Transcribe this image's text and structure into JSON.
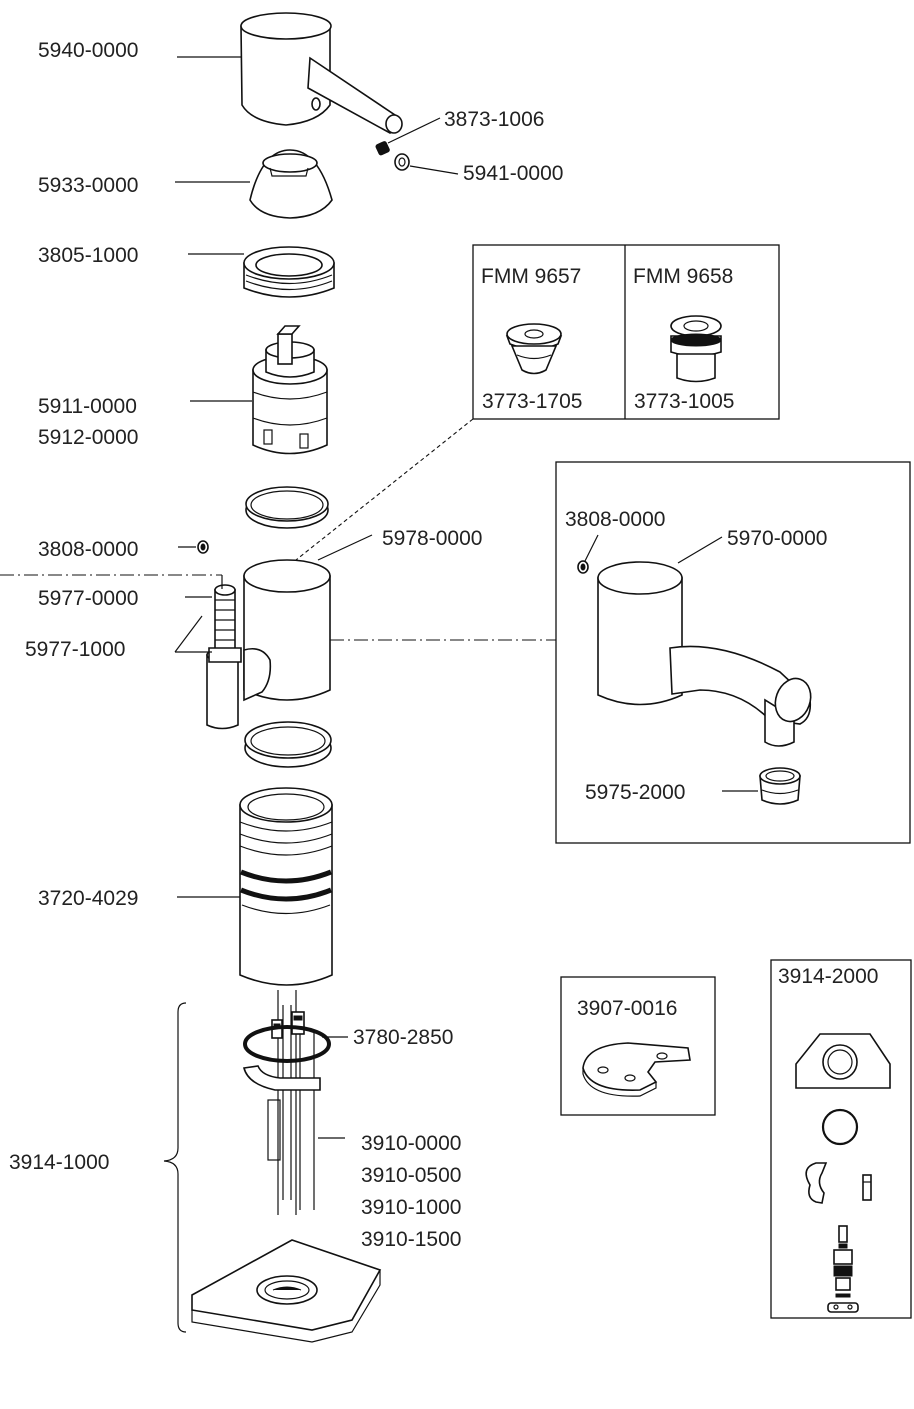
{
  "labels": {
    "handle": "5940-0000",
    "set_screw": "3873-1006",
    "cap": "5941-0000",
    "cover": "5933-0000",
    "nut": "3805-1000",
    "cartridge_a": "5911-0000",
    "cartridge_b": "5912-0000",
    "screw": "3808-0000",
    "spout_body": "5978-0000",
    "valve_a": "5977-0000",
    "valve_b": "5977-1000",
    "shank": "3720-4029",
    "o_ring": "3780-2850",
    "hose_a": "3910-0000",
    "hose_b": "3910-0500",
    "hose_c": "3910-1000",
    "hose_d": "3910-1500",
    "mount_kit": "3914-1000"
  },
  "inset_fmm": {
    "left_title": "FMM 9657",
    "left_part": "3773-1705",
    "right_title": "FMM 9658",
    "right_part": "3773-1005"
  },
  "inset_alt_body": {
    "screw": "3808-0000",
    "body": "5970-0000",
    "aerator": "5975-2000"
  },
  "inset_plate": {
    "part": "3907-0016"
  },
  "inset_kit": {
    "part": "3914-2000"
  }
}
